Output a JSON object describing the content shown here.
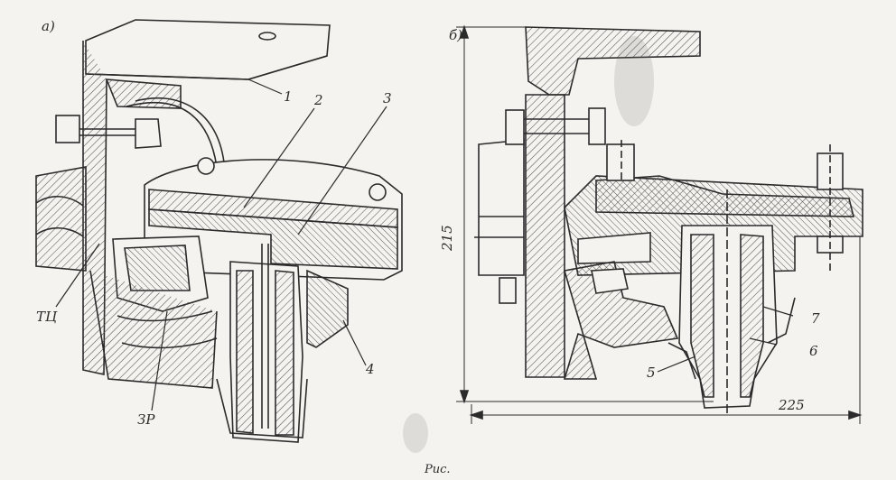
{
  "figure": {
    "panel_a_label": "а)",
    "panel_b_label": "б)",
    "callouts": {
      "c1": "1",
      "c2": "2",
      "c3": "3",
      "c4": "4",
      "c5": "5",
      "c6": "6",
      "c7": "7",
      "tc": "ТЦ",
      "zr": "ЗР"
    },
    "dimensions": {
      "height": "215",
      "width": "225"
    },
    "caption": "Рис."
  },
  "colors": {
    "ink": "#2b2b2b",
    "paper": "#f4f3ef",
    "hatch": "#5a5a5a"
  }
}
